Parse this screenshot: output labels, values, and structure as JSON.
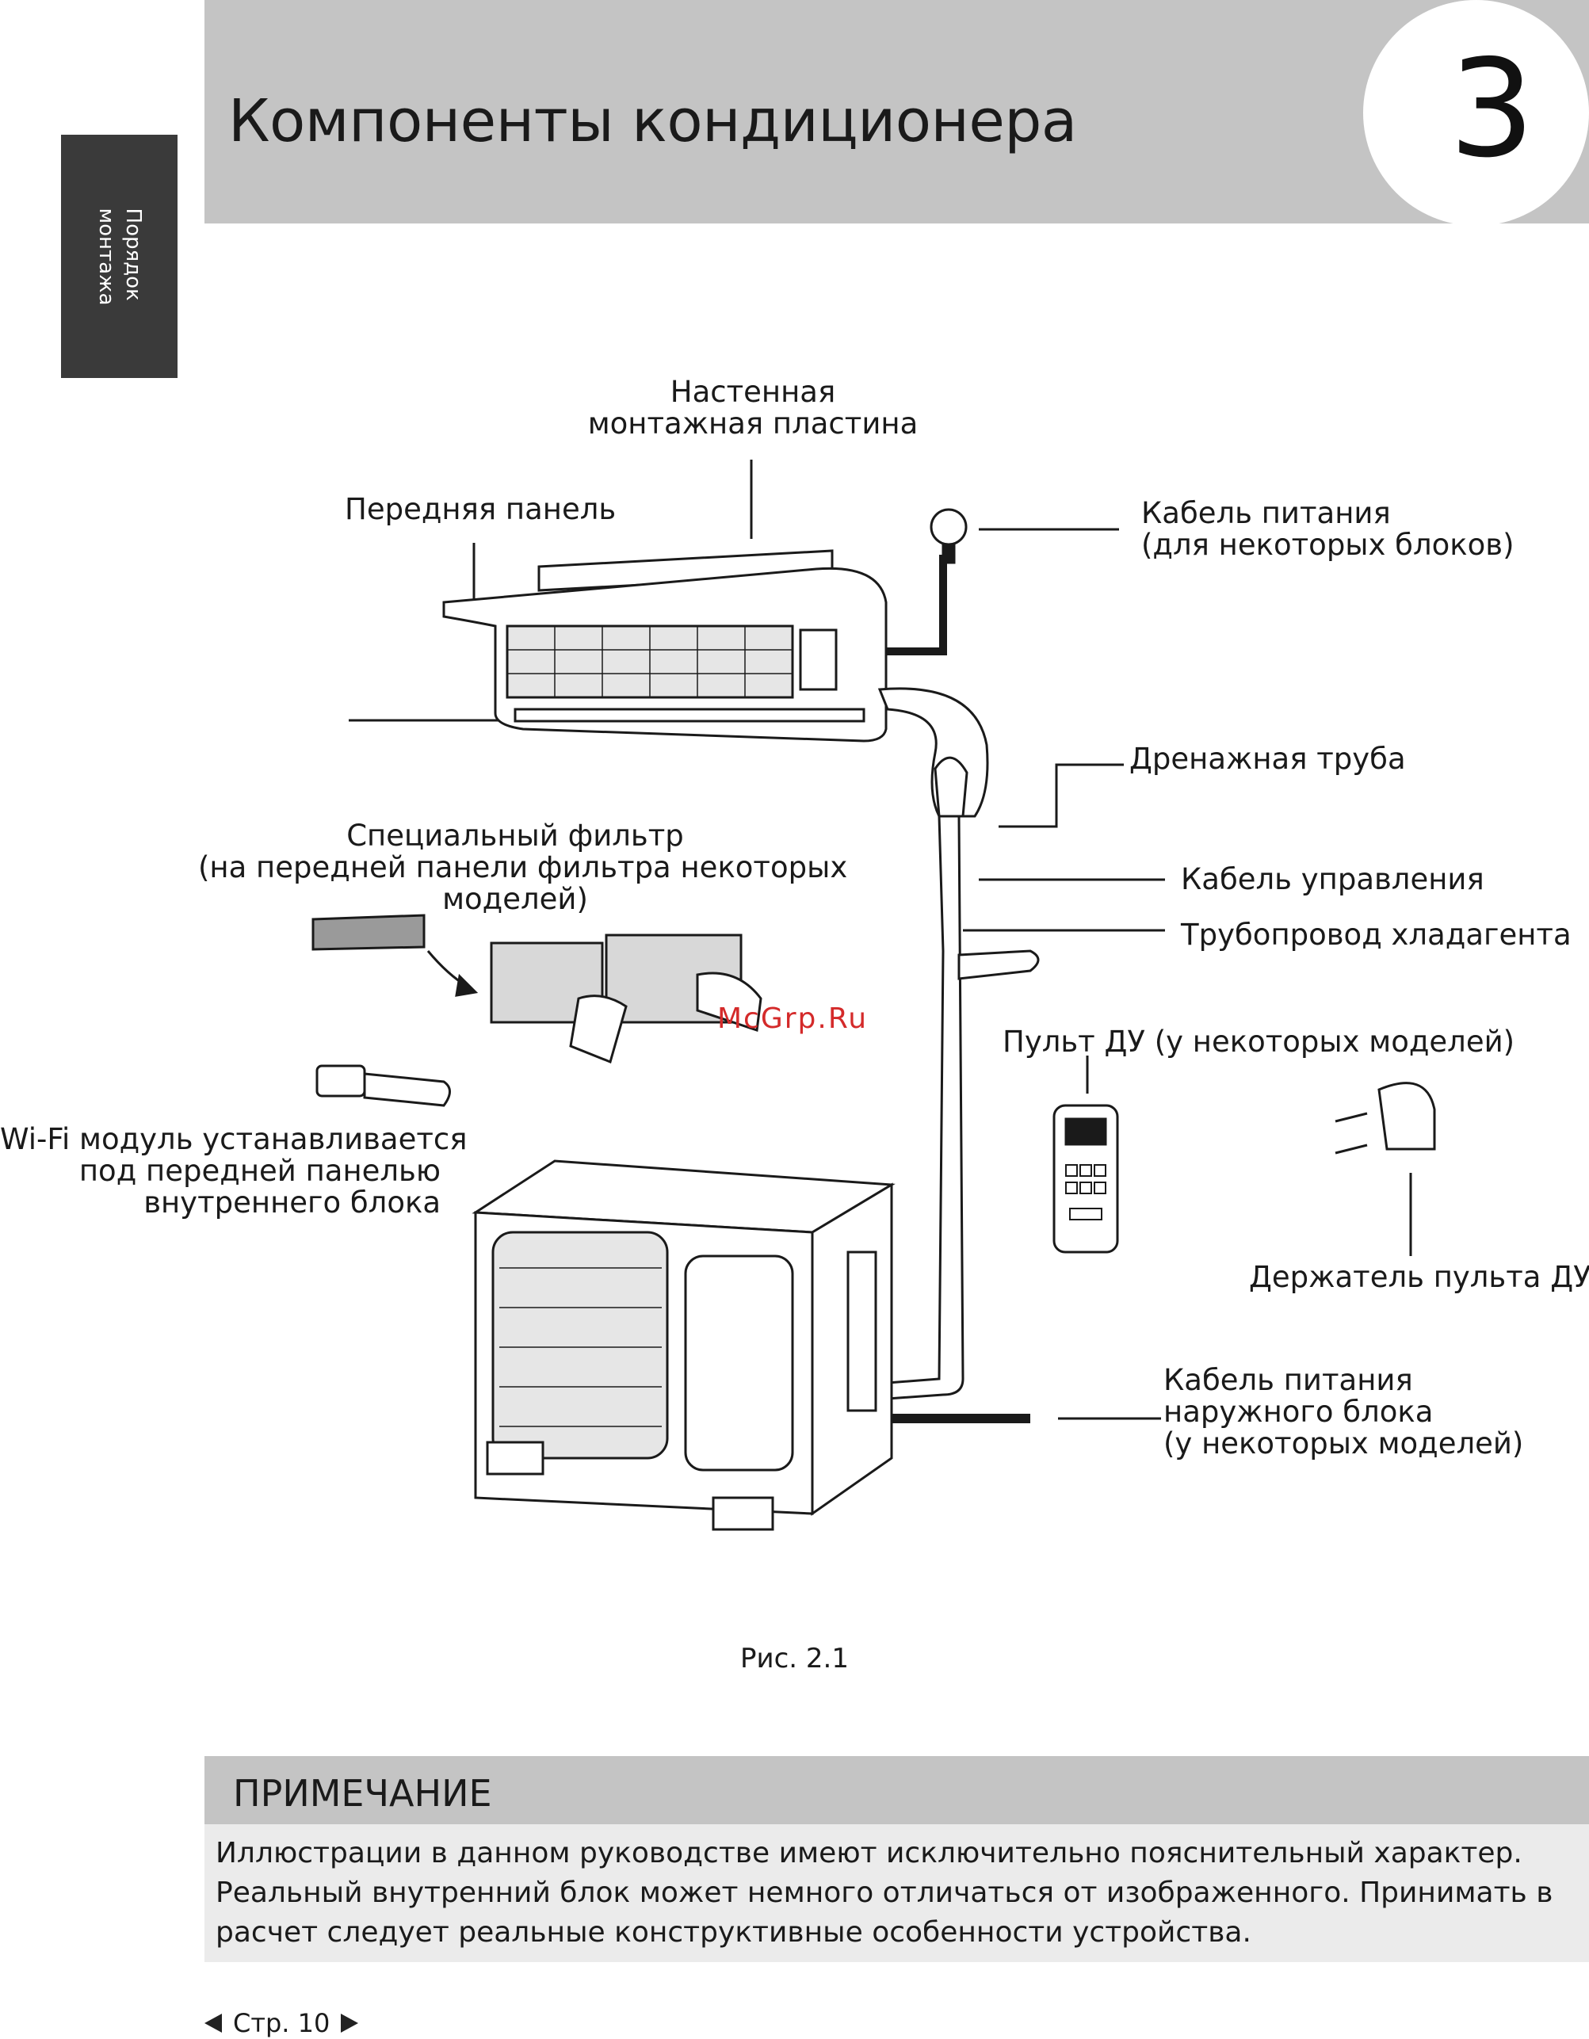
{
  "header": {
    "title": "Компоненты кондиционера",
    "chapter_number": "3",
    "side_tab": "Порядок\nмонтажа"
  },
  "labels": {
    "mounting_plate": "Настенная\nмонтажная пластина",
    "front_panel": "Передняя панель",
    "power_cable": "Кабель питания\n(для некоторых блоков)",
    "drain_pipe": "Дренажная труба",
    "special_filter": "Специальный фильтр\n(на передней панели фильтра некоторых\nмоделей)",
    "control_cable": "Кабель управления",
    "refrigerant_pipe": "Трубопровод хладагента",
    "remote": "Пульт ДУ (у некоторых моделей)",
    "wifi": "Wi-Fi модуль устанавливается\nпод передней панелью\nвнутреннего блока",
    "remote_holder": "Держатель пульта ДУ",
    "outdoor_power_cable": "Кабель питания\nнаружного блока\n(у некоторых моделей)"
  },
  "watermark": "McGrp.Ru",
  "figure_caption": "Рис. 2.1",
  "note": {
    "heading": "ПРИМЕЧАНИЕ",
    "text": "Иллюстрации в данном руководстве имеют исключительно пояснительный характер. Реальный внутренний блок может немного отличаться от изображенного. Принимать в расчет следует реальные конструктивные особенности устройства."
  },
  "footer": {
    "page_label": "Стр. 10"
  },
  "colors": {
    "header_band": "#c4c4c4",
    "side_tab": "#3a3a3a",
    "note_body": "#ebebeb",
    "watermark": "#d42a2a"
  }
}
